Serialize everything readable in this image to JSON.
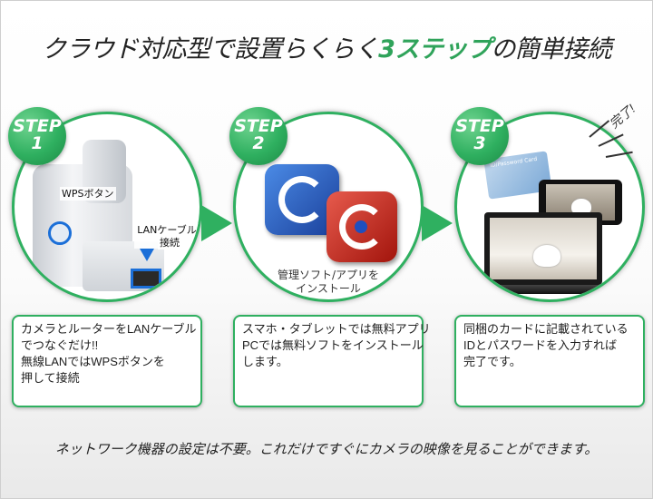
{
  "headline": {
    "before": "クラウド対応型で設置らくらく",
    "accent": "3ステップ",
    "after": "の簡単接続"
  },
  "steps": [
    {
      "badge_word": "STEP",
      "badge_num": "1",
      "labels": {
        "wps": "WPSボタン",
        "lan_line1": "LANケーブルを",
        "lan_line2": "接続"
      },
      "lines": [
        "カメラとルーターをLANケーブル",
        "でつなぐだけ!!",
        "無線LANではWPSボタンを",
        "押して接続"
      ]
    },
    {
      "badge_word": "STEP",
      "badge_num": "2",
      "labels": {
        "app_line1": "管理ソフト/アプリを",
        "app_line2": "インストール"
      },
      "lines": [
        "スマホ・タブレットでは無料アプリ",
        "PCでは無料ソフトをインストール",
        "します。"
      ]
    },
    {
      "badge_word": "STEP",
      "badge_num": "3",
      "labels": {
        "card": "ID/Password Card"
      },
      "lines": [
        "同梱のカードに記載されている",
        "IDとパスワードを入力すれば",
        "完了です。"
      ]
    }
  ],
  "complete_label": "完了!",
  "footer": "ネットワーク機器の設定は不要。これだけですぐにカメラの映像を見ることができます。",
  "colors": {
    "accent": "#2fb060",
    "highlight": "#1b6fd8"
  }
}
